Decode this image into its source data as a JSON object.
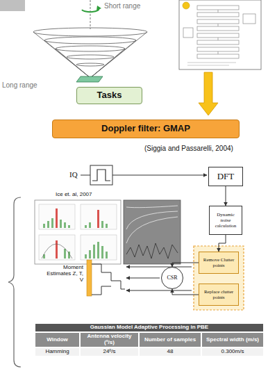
{
  "diagram": {
    "nodes": [
      {
        "text": [
          "Tasks"
        ]
      },
      {
        "text": [
          "Doppler filter: GMAP"
        ]
      },
      {
        "text": [
          "DFT"
        ]
      },
      {
        "text": [
          "Dynamic noise calculation"
        ]
      },
      {
        "text": [
          "Remove Clutter points"
        ]
      },
      {
        "text": [
          "Replace clutter points"
        ]
      },
      {
        "text": [
          "CSR"
        ]
      }
    ],
    "edges": [
      {
        "from": 2,
        "to": 3,
        "arrow": "to"
      },
      {
        "from": 3,
        "to": 4,
        "arrow": "to"
      },
      {
        "from": 4,
        "to": 6,
        "arrow": "to"
      },
      {
        "from": 5,
        "to": 6,
        "arrow": "to"
      }
    ],
    "labels": [
      "Short range",
      "Long range",
      "(Siggia and Passarelli, 2004)",
      "IQ",
      "Ice et. al, 2007",
      "Moment Estimates Z, T, V",
      "Gaussian Model Adaptive Processing in PBE",
      "Window",
      "Antenna velocity (º/s)",
      "Number of samples",
      "Spectral width (m/s)",
      "Hamming",
      "24º/s",
      "48",
      "0.300m/s"
    ]
  }
}
